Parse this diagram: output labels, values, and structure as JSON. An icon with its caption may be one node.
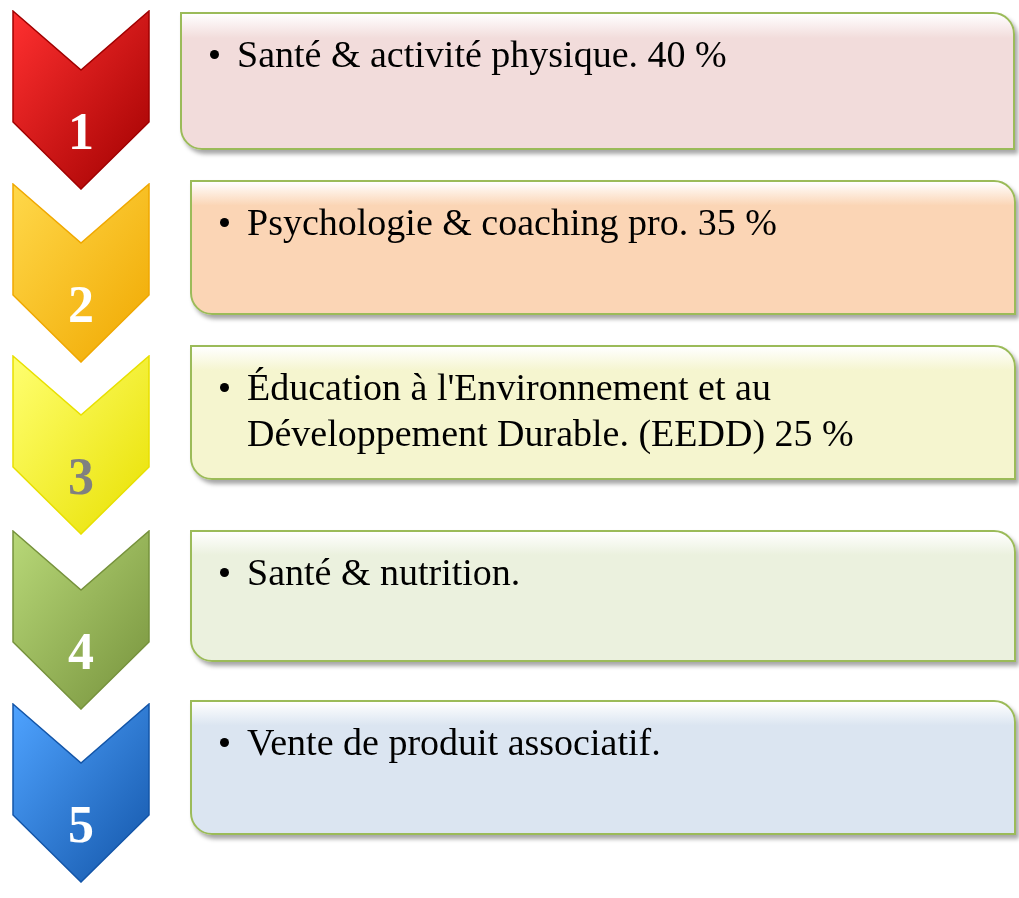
{
  "diagram": {
    "nodes": [
      {
        "text": [
          "1"
        ]
      },
      {
        "text": [
          "Santé & activité physique. 40 %"
        ]
      },
      {
        "text": [
          "2"
        ]
      },
      {
        "text": [
          "Psychologie & coaching pro. 35 %"
        ]
      },
      {
        "text": [
          "3"
        ]
      },
      {
        "text": [
          "Éducation à l'Environnement et au Développement Durable. (EEDD) 25 %"
        ]
      },
      {
        "text": [
          "4"
        ]
      },
      {
        "text": [
          "Santé & nutrition."
        ]
      },
      {
        "text": [
          "5"
        ]
      },
      {
        "text": [
          "Vente de produit associatif."
        ]
      }
    ]
  }
}
